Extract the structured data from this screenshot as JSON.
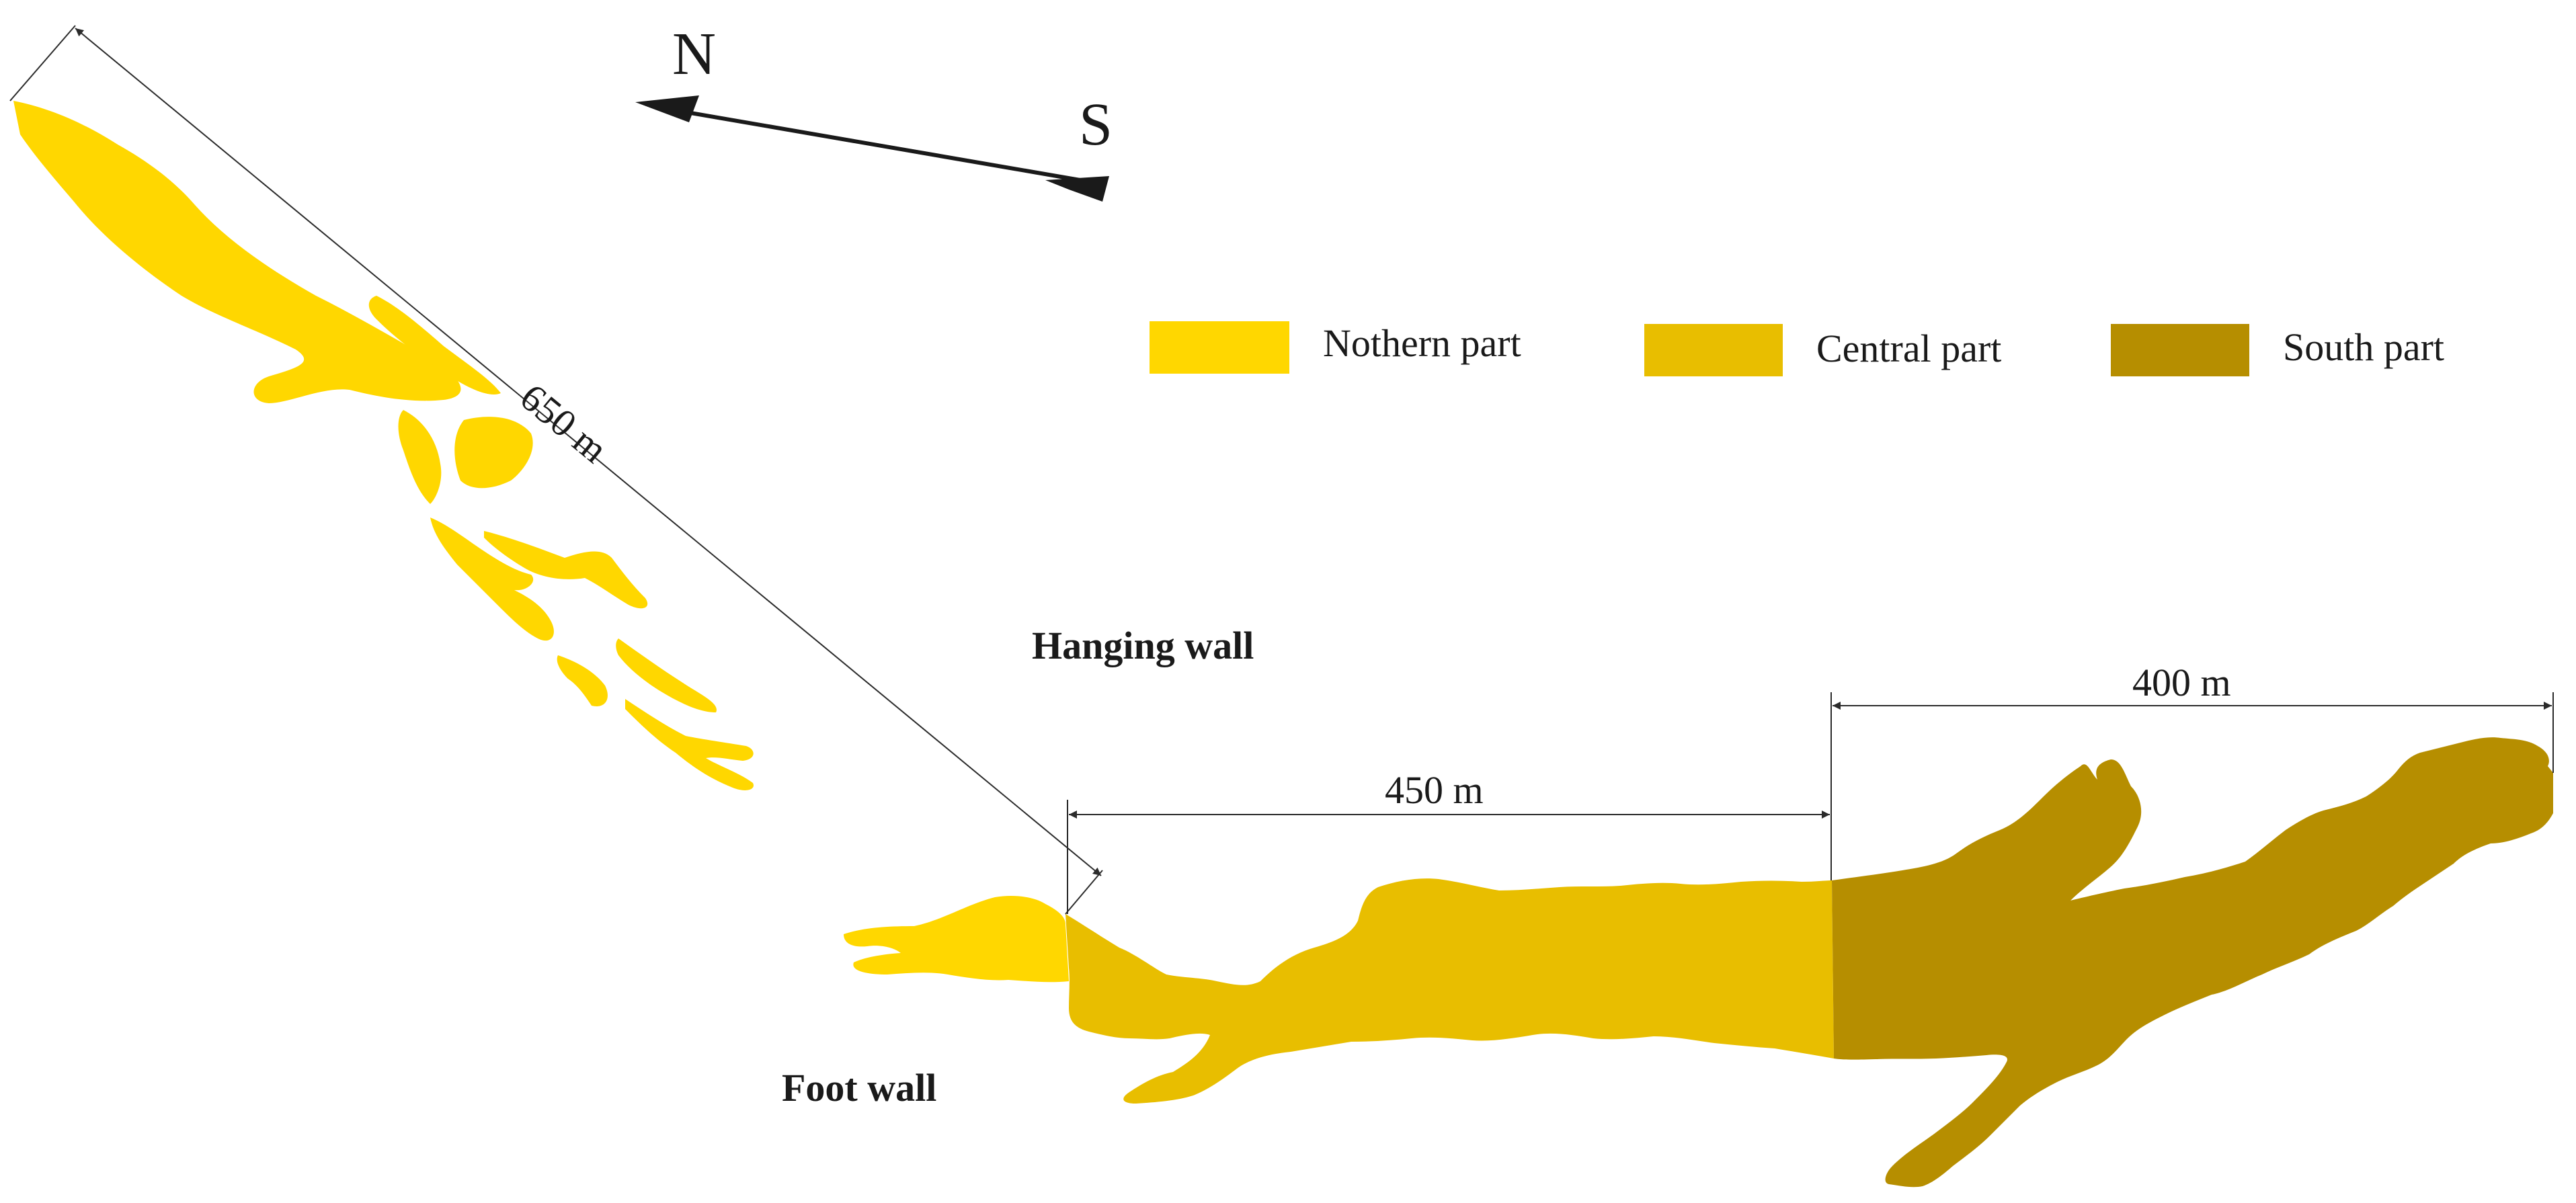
{
  "colors": {
    "northern": "#FFD700",
    "central": "#E8BE00",
    "south": "#B68E00",
    "dimension_line": "#2b2b2b",
    "arrow": "#1a1a1a"
  },
  "compass": {
    "north_label": "N",
    "south_label": "S"
  },
  "legend": [
    {
      "label": "Nothern part",
      "color": "#FFD700"
    },
    {
      "label": "Central part",
      "color": "#E8BE00"
    },
    {
      "label": "South part",
      "color": "#B68E00"
    }
  ],
  "annotations": {
    "hanging_wall": "Hanging wall",
    "foot_wall": "Foot wall"
  },
  "dimensions": {
    "northern_length": "650 m",
    "central_length": "450 m",
    "south_length": "400 m"
  }
}
